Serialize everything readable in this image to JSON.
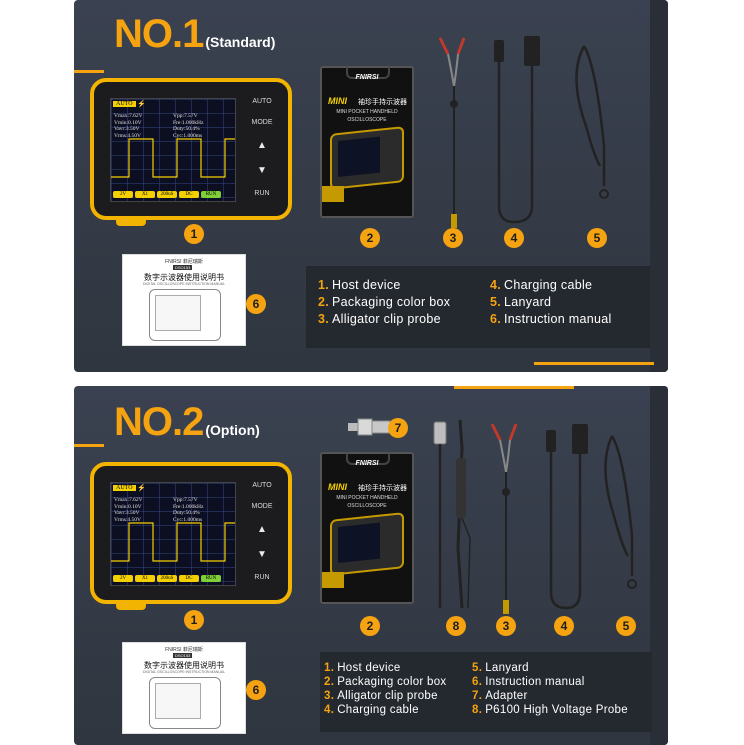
{
  "colors": {
    "accent": "#f5a310",
    "panel_bg": "#363c47",
    "legend_bg": "#24282f",
    "device_frame": "#f2b400"
  },
  "device": {
    "auto_tag": "AUTO",
    "readouts_left": [
      "Vmax:7.62V",
      "Vmin:0.10V",
      "Vavr:3.50V",
      "Vrms:4.50V"
    ],
    "readouts_right": [
      "Vpp:7.57V",
      "Fre:1.000kHz",
      "Duty:50.4%",
      "Cyc:1.000ms"
    ],
    "softkeys": [
      "2V",
      "X1",
      "200uS",
      "DC",
      "RUN"
    ],
    "side_buttons": [
      "AUTO",
      "MODE",
      "RUN"
    ]
  },
  "box": {
    "brand": "FNIRSI",
    "mini": "MINI",
    "cn_title": "袖珍手持示波器",
    "sub1": "MINI POCKET HANDHELD",
    "sub2": "OSCILLOSCOPE"
  },
  "manual": {
    "brand": "FNIRSI 菲尼瑞斯",
    "code": "DSO153",
    "title": "数字示波器使用说明书",
    "subtitle": "DIGITAL OSCILLOSCOPE INSTRUCTION MANUAL"
  },
  "panel1": {
    "title": "NO.1",
    "subtitle": "(Standard)",
    "badges": [
      "1",
      "2",
      "3",
      "4",
      "5",
      "6"
    ],
    "legend_left": [
      {
        "n": "1.",
        "label": "Host device"
      },
      {
        "n": "2.",
        "label": "Packaging color box"
      },
      {
        "n": "3.",
        "label": "Alligator clip probe"
      }
    ],
    "legend_right": [
      {
        "n": "4.",
        "label": "Charging cable"
      },
      {
        "n": "5.",
        "label": "Lanyard"
      },
      {
        "n": "6.",
        "label": "Instruction manual"
      }
    ]
  },
  "panel2": {
    "title": "NO.2",
    "subtitle": "(Option)",
    "badges": [
      "1",
      "2",
      "3",
      "4",
      "5",
      "6",
      "7",
      "8"
    ],
    "legend_left": [
      {
        "n": "1.",
        "label": "Host device"
      },
      {
        "n": "2.",
        "label": "Packaging color box"
      },
      {
        "n": "3.",
        "label": "Alligator clip probe"
      },
      {
        "n": "4.",
        "label": "Charging cable"
      }
    ],
    "legend_right": [
      {
        "n": "5.",
        "label": "Lanyard"
      },
      {
        "n": "6.",
        "label": "Instruction manual"
      },
      {
        "n": "7.",
        "label": "Adapter"
      },
      {
        "n": "8.",
        "label": "P6100 High Voltage Probe"
      }
    ]
  }
}
